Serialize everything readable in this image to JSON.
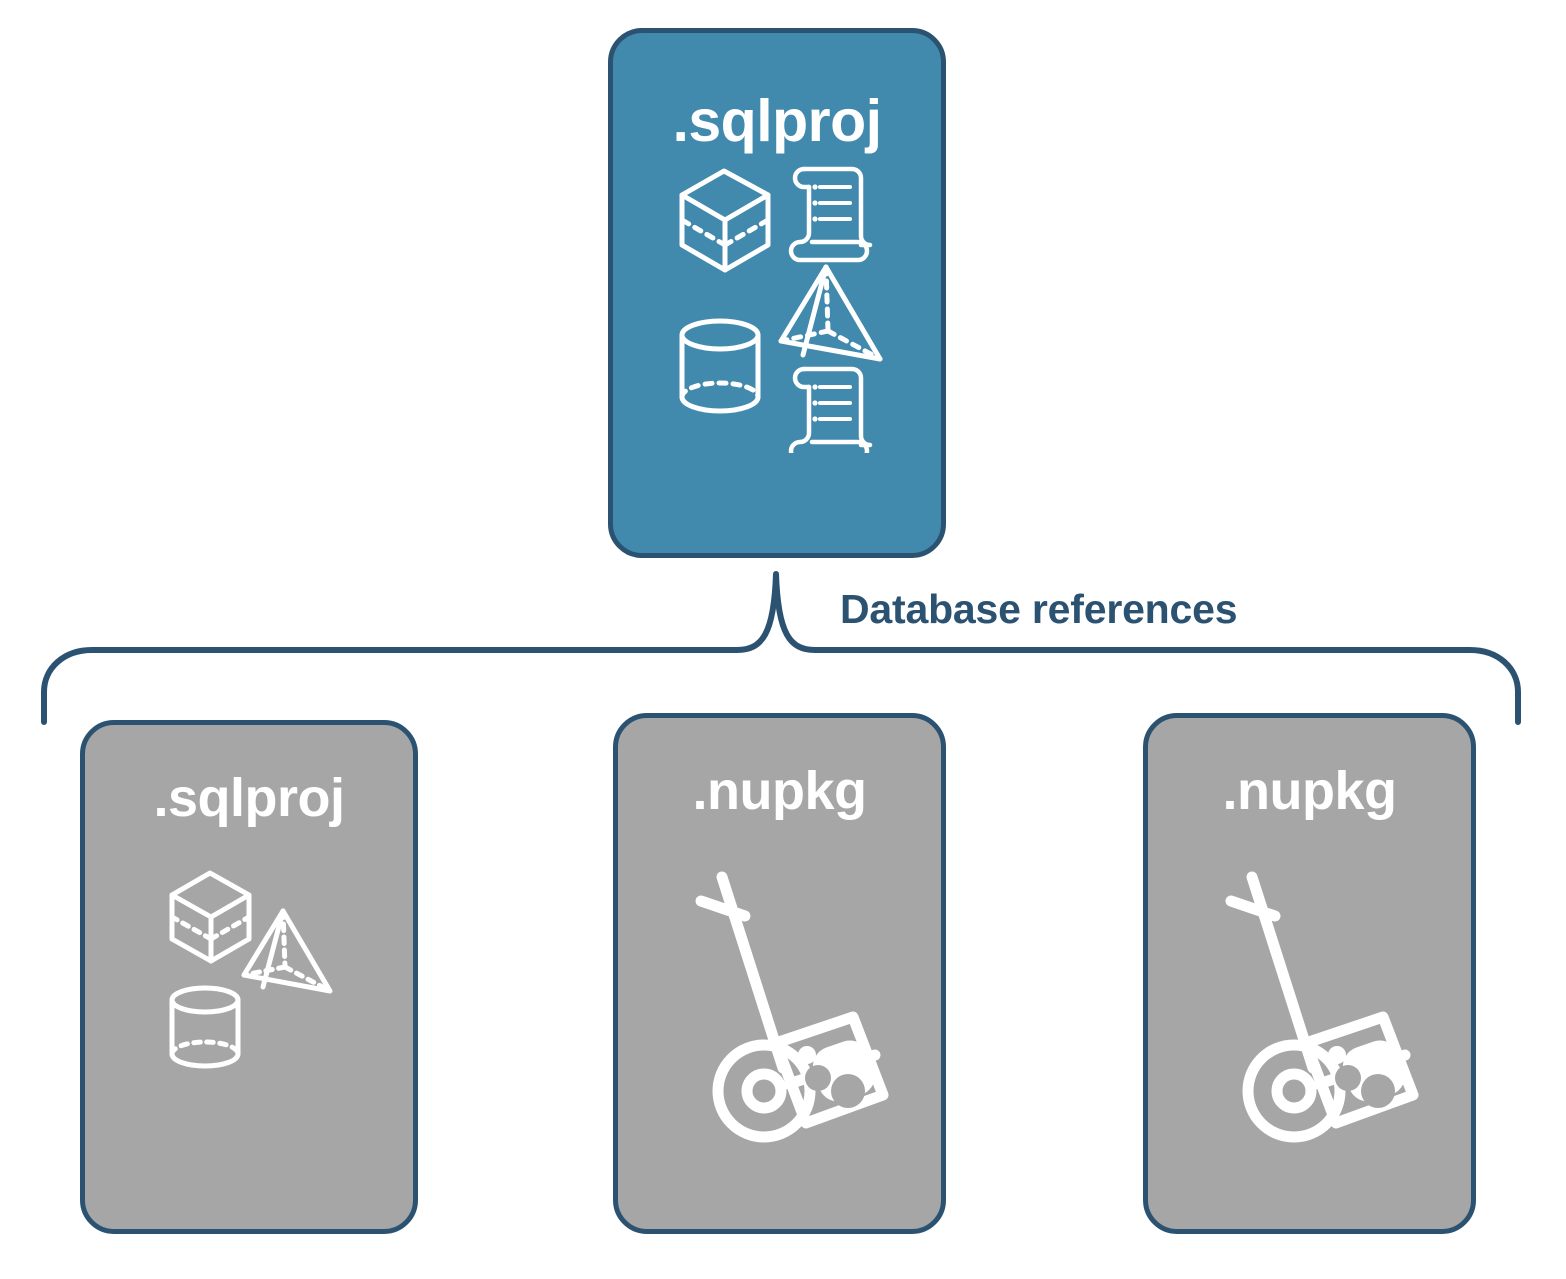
{
  "diagram": {
    "title": "SQL project database references",
    "background": "#ffffff",
    "colors": {
      "root_fill": "#4189ad",
      "reference_fill": "#a6a6a6",
      "stroke": "#2c5272",
      "label_text": "#2c5272",
      "node_text": "#ffffff"
    },
    "root": {
      "label": ".sqlproj",
      "icons": [
        "cube-icon",
        "scroll-icon",
        "pyramid-icon",
        "cylinder-icon",
        "scroll-icon"
      ]
    },
    "connector": {
      "label": "Database references",
      "type": "curly-brace-down"
    },
    "references": [
      {
        "label": ".sqlproj",
        "kind": "sqlproj",
        "icons": [
          "cube-icon",
          "pyramid-icon",
          "cylinder-icon"
        ]
      },
      {
        "label": ".nupkg",
        "kind": "nupkg",
        "icons": [
          "hand-truck-package-icon"
        ]
      },
      {
        "label": ".nupkg",
        "kind": "nupkg",
        "icons": [
          "hand-truck-package-icon"
        ]
      }
    ]
  }
}
